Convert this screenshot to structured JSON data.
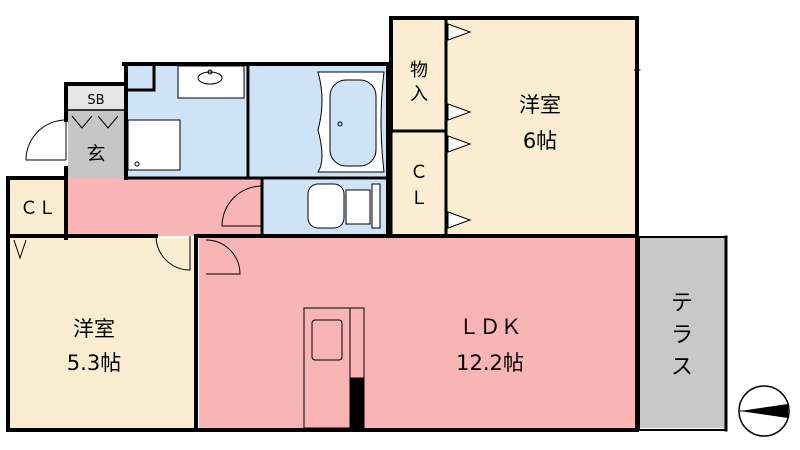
{
  "rooms": {
    "western_room_a": {
      "name": "洋室",
      "size": "6帖"
    },
    "western_room_b": {
      "name": "洋室",
      "size": "5.3帖"
    },
    "ldk": {
      "name": "ＬＤＫ",
      "size": "12.2帖"
    },
    "storage": {
      "line1": "物",
      "line2": "入"
    },
    "closet_right": {
      "line1": "Ｃ",
      "line2": "Ｌ"
    },
    "closet_left": {
      "name": "ＣＬ"
    },
    "entrance": {
      "name": "玄"
    },
    "shoe_box": {
      "name": "SB"
    },
    "terrace": {
      "chars": [
        "テ",
        "ラ",
        "ス"
      ]
    }
  },
  "colors": {
    "western": "#fbedd2",
    "ldk": "#f9b4b5",
    "wet_area": "#cfe3f7",
    "entrance": "#c6c6c6",
    "terrace": "#c8c8c8",
    "wall": "#000000"
  },
  "icons": [
    "compass-icon",
    "door-swing-icon",
    "bathtub-icon",
    "toilet-icon",
    "washbasin-icon",
    "kitchen-sink-icon"
  ]
}
